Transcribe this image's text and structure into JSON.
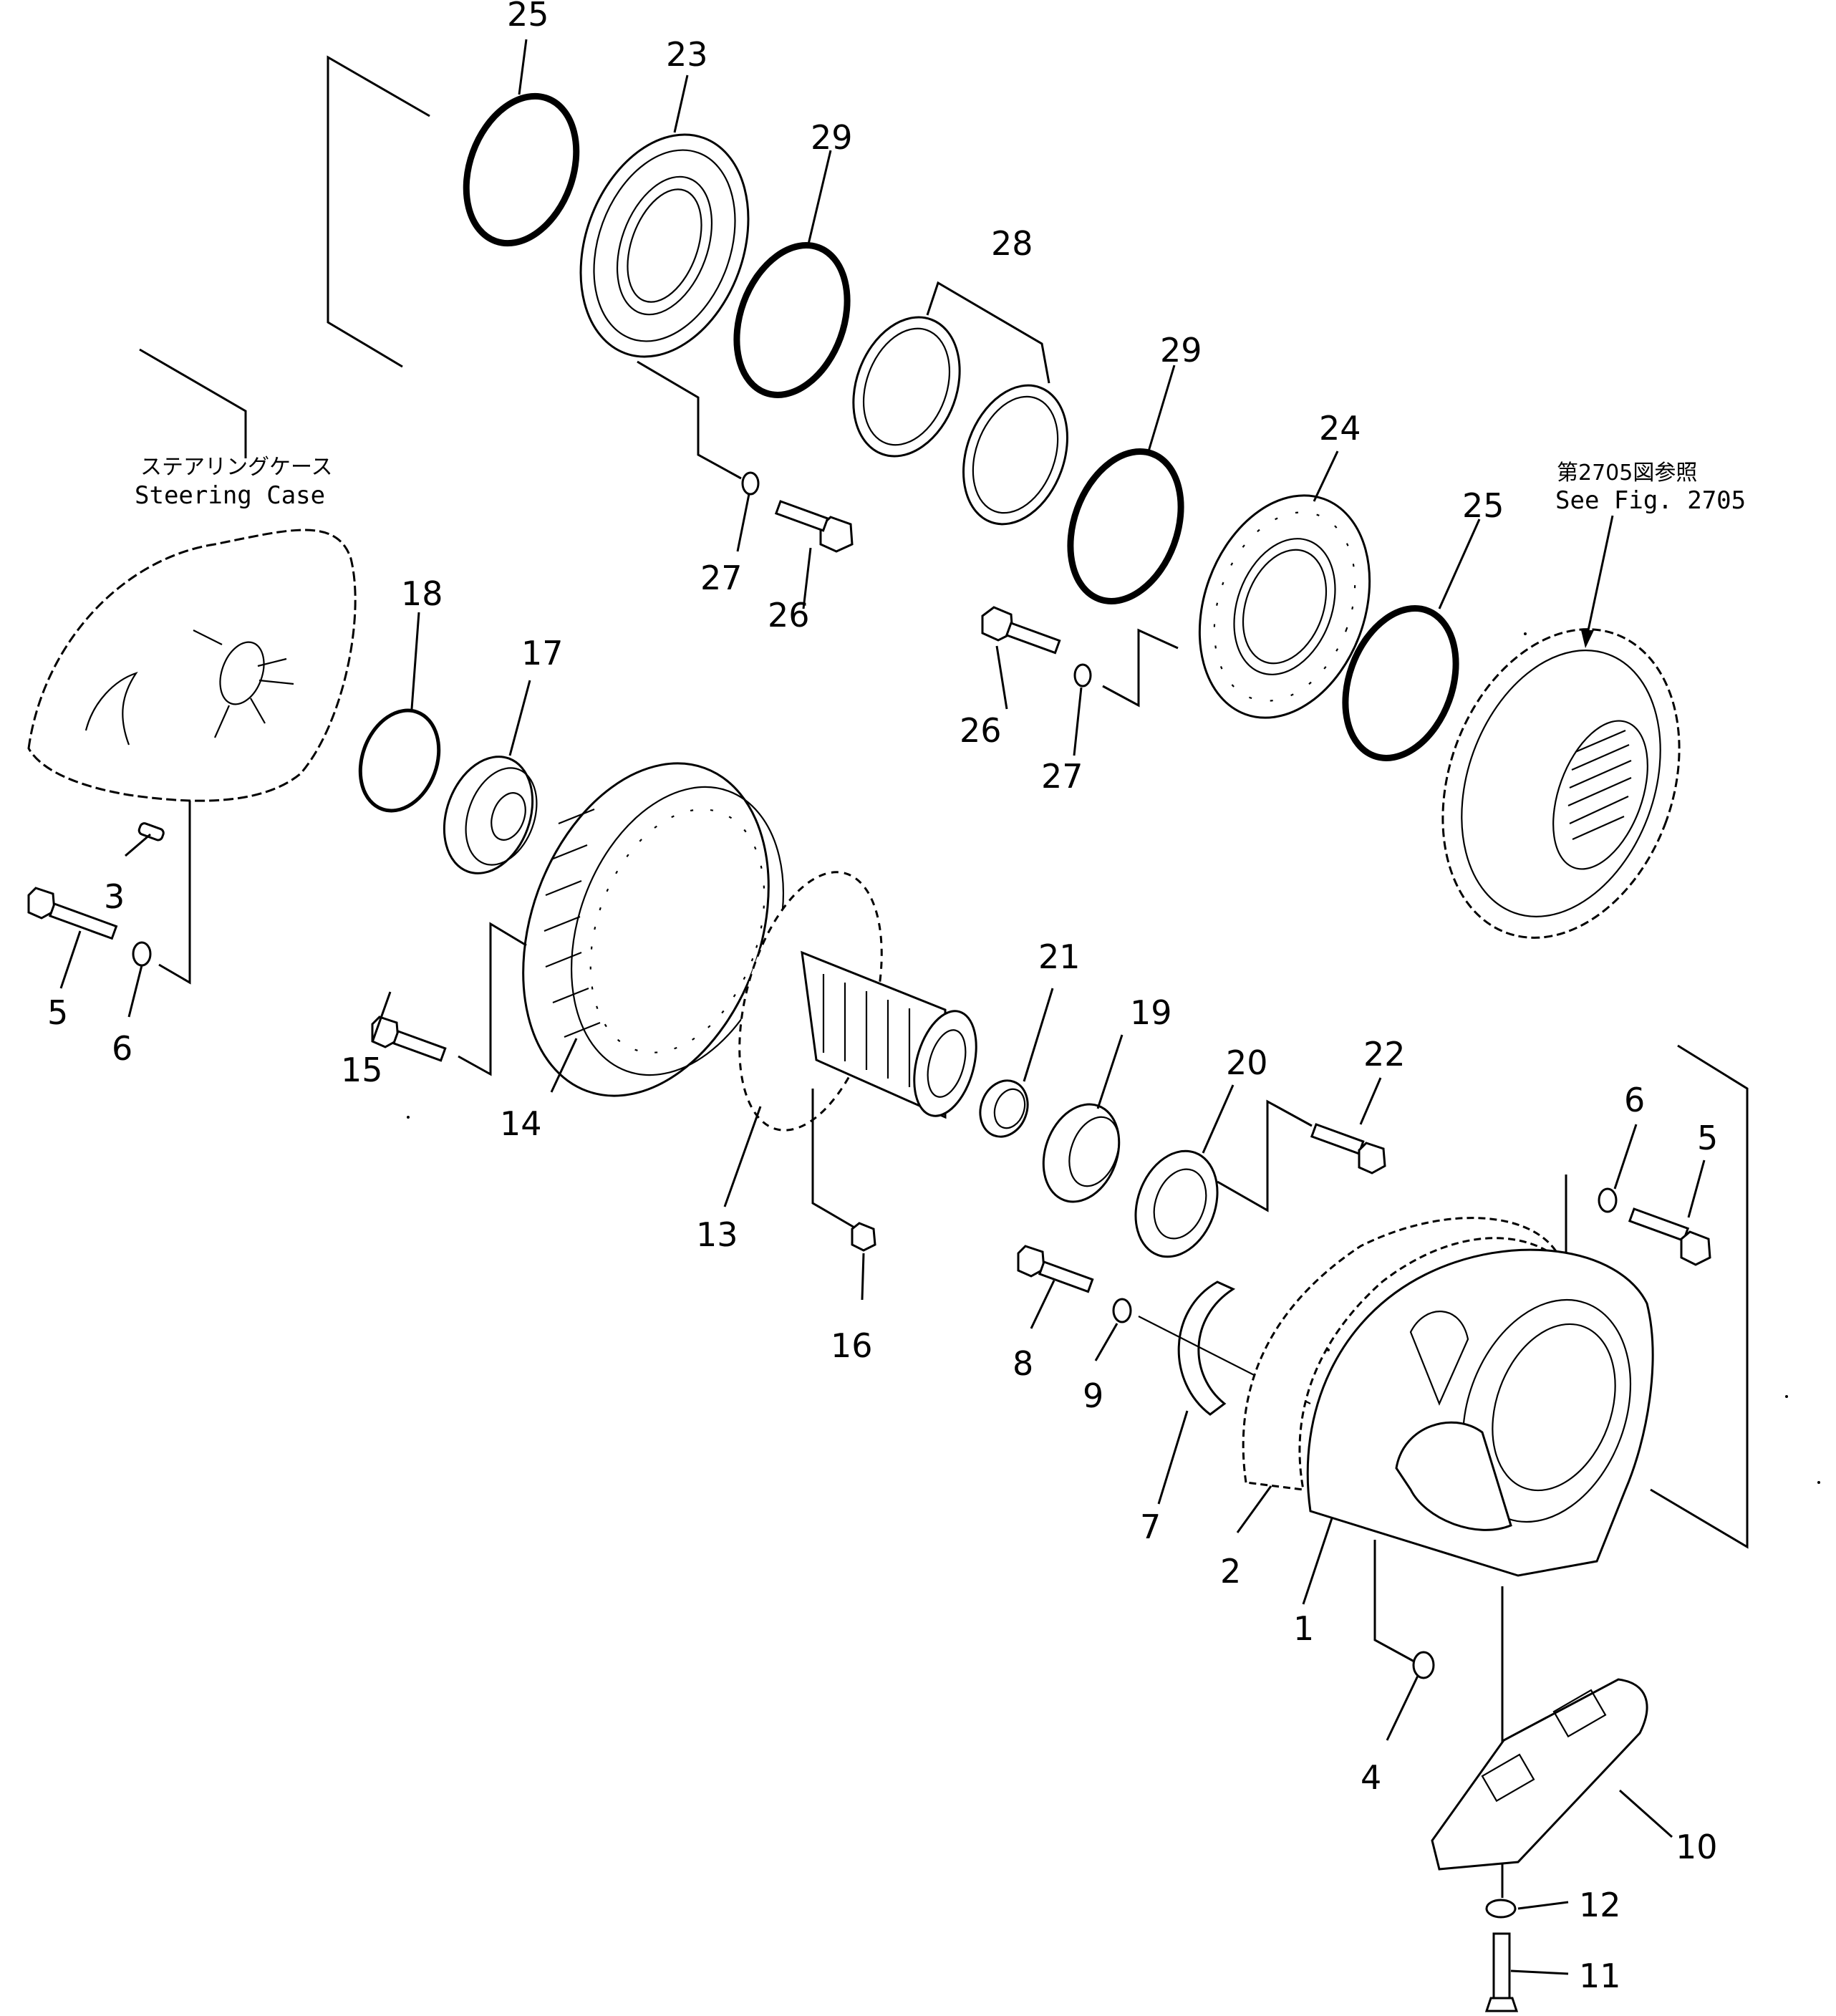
{
  "callouts": {
    "c25a": "25",
    "c23": "23",
    "c29a": "29",
    "c28": "28",
    "c29b": "29",
    "c24": "24",
    "c25b": "25",
    "c27a": "27",
    "c26a": "26",
    "c26b": "26",
    "c27b": "27",
    "c18": "18",
    "c17": "17",
    "c3": "3",
    "c5a": "5",
    "c6a": "6",
    "c15": "15",
    "c14": "14",
    "c21": "21",
    "c19": "19",
    "c20": "20",
    "c22": "22",
    "c13": "13",
    "c16": "16",
    "c6b": "6",
    "c5b": "5",
    "c8": "8",
    "c9": "9",
    "c7": "7",
    "c2": "2",
    "c1": "1",
    "c4": "4",
    "c10": "10",
    "c12": "12",
    "c11": "11"
  },
  "notes": {
    "steering_case_jp": "ステアリングケース",
    "steering_case_en": "Steering  Case",
    "see_fig_jp": "第2705図参照",
    "see_fig_en": "See  Fig. 2705"
  }
}
